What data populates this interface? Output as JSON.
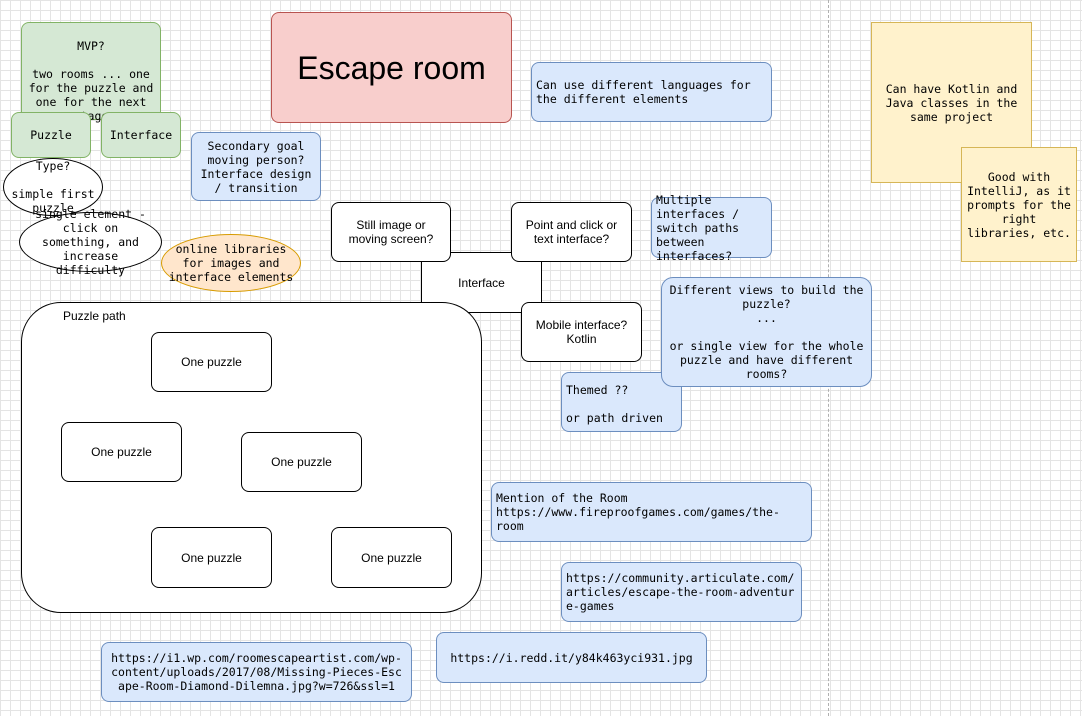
{
  "diagram": {
    "mvp": "MVP?\n\ntwo rooms ... one for the puzzle and one for the next stage",
    "puzzle": "Puzzle",
    "interface_small": "Interface",
    "type": "Type?\n\nsimple first puzzle",
    "single_element": "single element - click on something, and increase difficulty",
    "secondary_goal": "Secondary goal\nmoving person?\nInterface design / transition",
    "online_libraries": "online libraries for images and interface elements",
    "title": "Escape room",
    "languages": "Can use different languages for the different elements",
    "still_image": "Still image or moving screen?",
    "point_click": "Point and click or text interface?",
    "interface_hub": "Interface",
    "mobile": "Mobile interface? Kotlin",
    "multiple_interfaces": "Multiple interfaces / switch paths between interfaces?",
    "different_views": "Different views to build the puzzle?\n...\n\nor single view for the whole puzzle and have different rooms?",
    "themed": "Themed ??\n\nor path driven",
    "puzzle_path_label": "Puzzle path",
    "one_puzzle": "One puzzle",
    "kotlin_java": "Can have Kotlin and Java classes in the same project",
    "intellij": "Good with IntelliJ, as it prompts for the right libraries, etc.",
    "mention_room": "Mention of the Room\nhttps://www.fireproofgames.com/games/the-room",
    "articulate": "https://community.articulate.com/articles/escape-the-room-adventure-games",
    "redd": "https://i.redd.it/y84k463yci931.jpg",
    "wp": "https://i1.wp.com/roomescapeartist.com/wp-content/uploads/2017/08/Missing-Pieces-Escape-Room-Diamond-Dilemna.jpg?w=726&ssl=1"
  },
  "colors": {
    "green_fill": "#d5e8d4",
    "blue_fill": "#dae8fc",
    "red_fill": "#f8cecc",
    "yellow_fill": "#fff2cc",
    "orange_fill": "#ffe6cc"
  }
}
